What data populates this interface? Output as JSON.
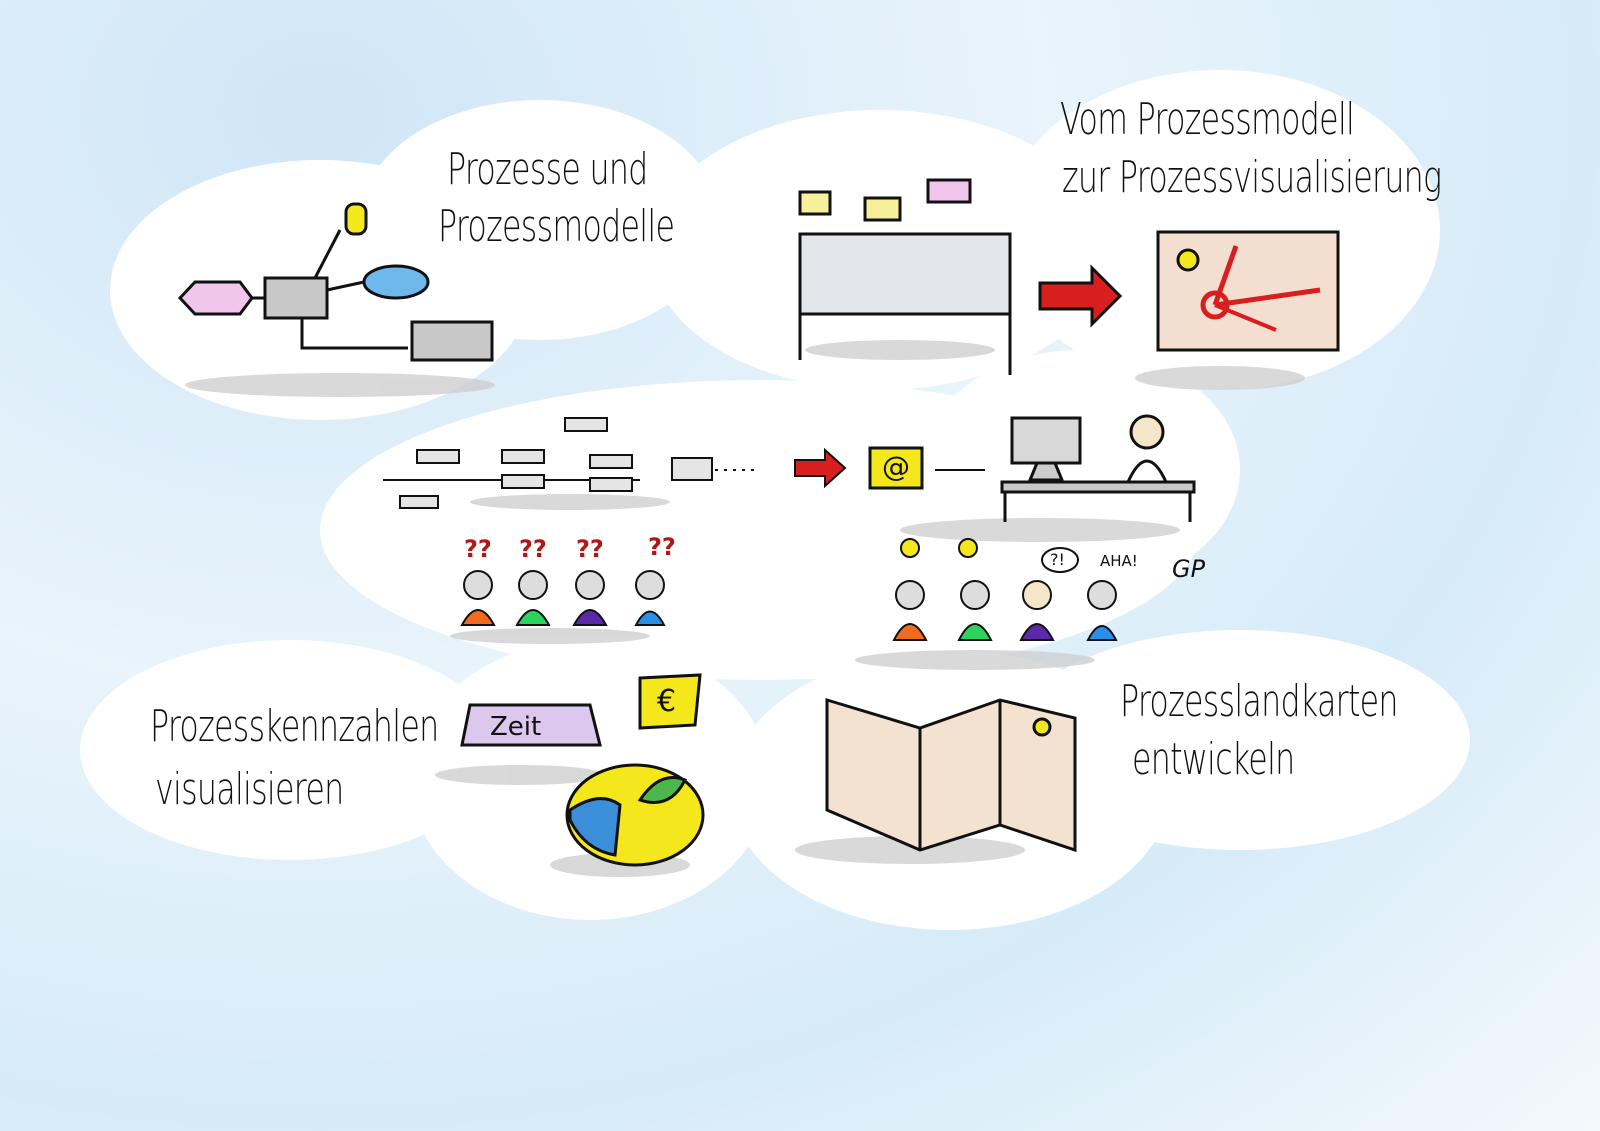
{
  "sections": {
    "models": {
      "title_line1": "Prozesse und",
      "title_line2": "Prozessmodelle"
    },
    "visualization": {
      "title_line1": "Vom Prozessmodell",
      "title_line2": "zur Prozessvisualisierung"
    },
    "kpis": {
      "title_line1": "Prozesskennzahlen",
      "title_line2": "visualisieren",
      "time_label": "Zeit",
      "currency_symbol": "€"
    },
    "maps": {
      "title_line1": "Prozesslandkarten",
      "title_line2": "entwickeln"
    }
  },
  "middle": {
    "email_symbol": "@",
    "confused_marks": [
      "??",
      "??",
      "??",
      "??"
    ],
    "thought_text": "?!",
    "aha_text": "AHA!",
    "signature": "GP"
  },
  "colors": {
    "red_arrow": "#d81e1e",
    "yellow": "#f4e81c",
    "blue_ellipse": "#6fb8ec",
    "pink": "#f0c6ec",
    "gray_box": "#c8c8c8",
    "shirts": [
      "#f26b1d",
      "#2bd45a",
      "#5a2aa8",
      "#2a8fe8"
    ]
  }
}
